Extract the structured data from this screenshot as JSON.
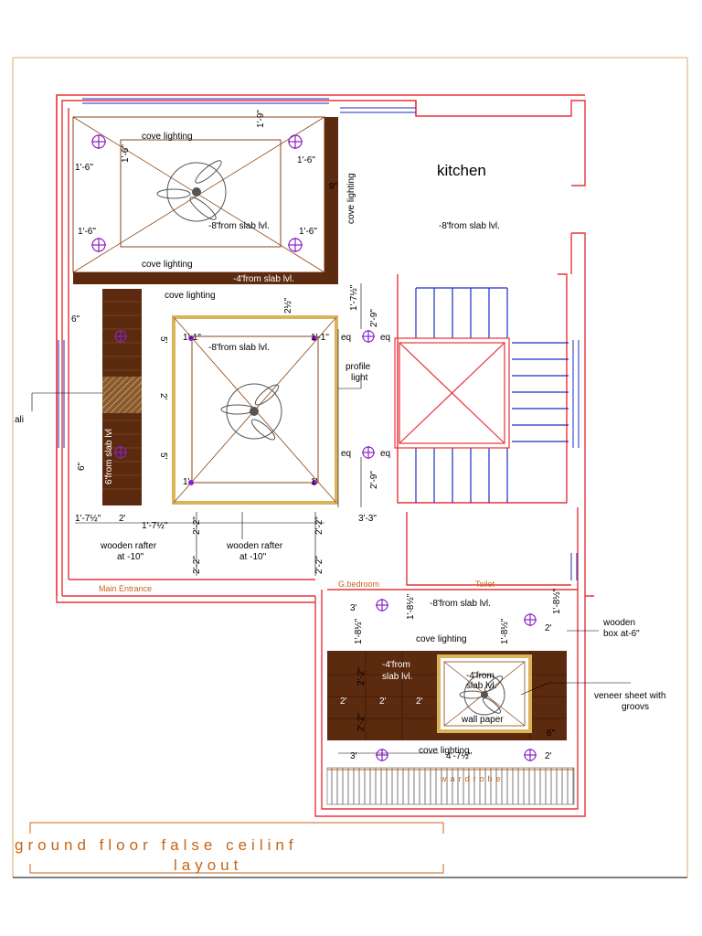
{
  "drawing": {
    "title_line1": "ground floor false ceilinf",
    "title_line2": "layout"
  },
  "rooms": {
    "kitchen": "kitchen",
    "main_entrance": "Main Entrance",
    "g_bedroom": "G.bedroom",
    "toilet": "Toilet",
    "wardrobe": "wardrobe"
  },
  "labels": {
    "cove_lighting": "cove lighting",
    "from_slab_8": "-8'from slab lvl.",
    "from_slab_4": "-4'from slab lvl.",
    "from_slab_4_a": "-4'from",
    "from_slab_4_b": "slab lvl.",
    "from_slab_vertical": "6'from slab lvl",
    "profile_light_a": "profile",
    "profile_light_b": "light",
    "wooden_rafter_a": "wooden rafter",
    "wooden_rafter_b": "at -10\"",
    "wooden_box_a": "wooden",
    "wooden_box_b": "box at-6\"",
    "veneer_a": "veneer sheet with",
    "veneer_b": "groovs",
    "wall_paper": "wall paper",
    "eq": "eq",
    "jali": "ali"
  },
  "dims": {
    "d1_6": "1'-6\"",
    "d1_9": "1'-9\"",
    "d9": "9\"",
    "d6": "6\"",
    "d2_half": "2½\"",
    "d1_7half": "1'-7½\"",
    "d2_9": "2'-9\"",
    "d5": "5'",
    "d2": "2'",
    "d3_3": "3'-3\"",
    "d2_2": "2'-2\"",
    "d3": "3'",
    "d1_8half": "1'-8½\"",
    "d4_7half": "4'-7½\"",
    "d1_1": "1'-1\"",
    "d1": "1'"
  },
  "colors": {
    "wall": "#e8333a",
    "ceiling_line": "#8b4513",
    "wood": "#5c2a0e",
    "light": "#8b22c4",
    "stair": "#1a2dbf",
    "window": "#1a2dbf",
    "gold": "#d9b45a",
    "title": "#c86414",
    "frame": "#d9a86b"
  }
}
